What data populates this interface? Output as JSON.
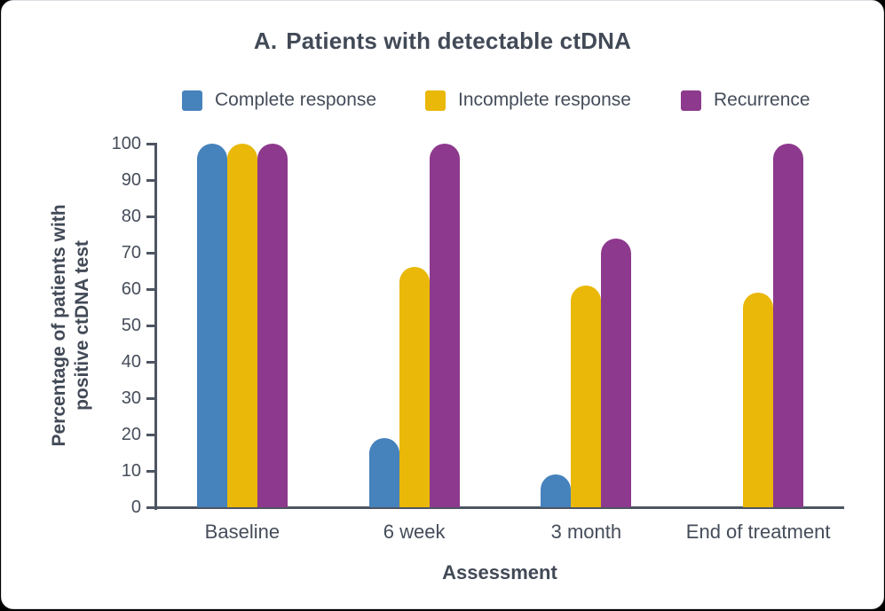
{
  "header": {
    "title_label": "A.",
    "title": "Patients with detectable ctDNA"
  },
  "chart_data": {
    "type": "bar",
    "title": "A. Patients with detectable ctDNA",
    "categories": [
      "Baseline",
      "6 week",
      "3 month",
      "End of treatment"
    ],
    "series": [
      {
        "name": "Complete response",
        "color": "#4682BC",
        "values": [
          100,
          19,
          9,
          null
        ]
      },
      {
        "name": "Incomplete response",
        "color": "#E9B808",
        "values": [
          100,
          66,
          61,
          59
        ]
      },
      {
        "name": "Recurrence",
        "color": "#8D398D",
        "values": [
          100,
          100,
          74,
          100
        ]
      }
    ],
    "xlabel": "Assessment",
    "ylabel": "Percentage of patients with positive ctDNA test",
    "ylabel_lines": [
      "Percentage of patients with",
      "positive ctDNA test"
    ],
    "ylim": [
      0,
      100
    ],
    "yticks": [
      0,
      10,
      20,
      30,
      40,
      50,
      60,
      70,
      80,
      90,
      100
    ],
    "legend_position": "top",
    "grid": false,
    "bar_cap": "rounded-top"
  },
  "colors": {
    "text": "#454D5A",
    "axis": "#4D5562",
    "card_background": "#FFFFFF",
    "card_border": "#DBDEE3",
    "page_background": "#000000"
  }
}
